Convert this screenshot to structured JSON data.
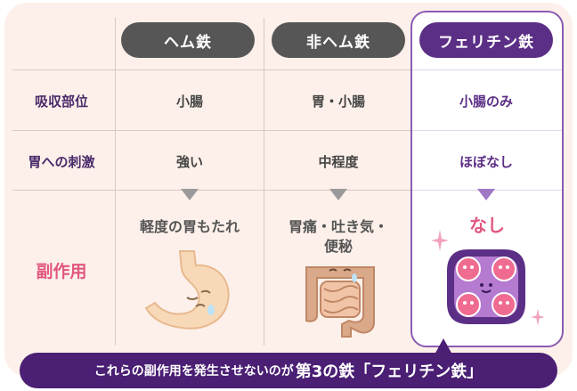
{
  "headers": {
    "heme": "ヘム鉄",
    "nonheme": "非ヘム鉄",
    "ferritin": "フェリチン鉄"
  },
  "rows": [
    {
      "label": "吸収部位",
      "heme": "小腸",
      "nonheme": "胃・小腸",
      "ferritin": "小腸のみ"
    },
    {
      "label": "胃への刺激",
      "heme": "強い",
      "nonheme": "中程度",
      "ferritin": "ほぼなし"
    }
  ],
  "side_effects": {
    "label": "副作用",
    "heme": "軽度の胃もたれ",
    "nonheme_line1": "胃痛・吐き気・",
    "nonheme_line2": "便秘",
    "ferritin": "なし"
  },
  "banner": {
    "prefix": "これらの副作用を発生させないのが",
    "emphasis": "第3の鉄「フェリチン鉄」"
  },
  "colors": {
    "pill_gray": "#565656",
    "pill_purple": "#5c2f86",
    "banner_purple": "#4a1f74",
    "accent_pink": "#e0577f",
    "panel_bg": "#fdf0ea"
  },
  "icons": [
    "stomach-icon",
    "intestine-icon",
    "ferritin-molecule-icon",
    "sparkle-icon"
  ]
}
